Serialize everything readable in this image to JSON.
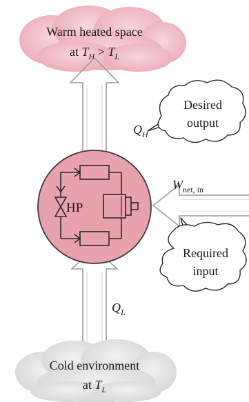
{
  "top_cloud": {
    "line1": "Warm heated space",
    "line2_prefix": "at ",
    "line2_T": "T",
    "line2_H": "H",
    "line2_gt": " > ",
    "line2_T2": "T",
    "line2_L": "L",
    "fill": "#f2c2cc"
  },
  "bottom_cloud": {
    "line1": "Cold environment",
    "line2_prefix": "at ",
    "line2_T": "T",
    "line2_L": "L",
    "fill": "#e6e6e6"
  },
  "heat_pump": {
    "label": "HP",
    "fill": "#e7a2ae"
  },
  "q_h": {
    "base": "Q",
    "sub": "H"
  },
  "q_l": {
    "base": "Q",
    "sub": "L"
  },
  "w_in": {
    "base": "W",
    "sub": "net, in"
  },
  "callout_desired": {
    "line1": "Desired",
    "line2": "output"
  },
  "callout_required": {
    "line1": "Required",
    "line2": "input"
  },
  "colors": {
    "arrow_stroke": "#9b9b9b",
    "line": "#2a2a2a"
  }
}
